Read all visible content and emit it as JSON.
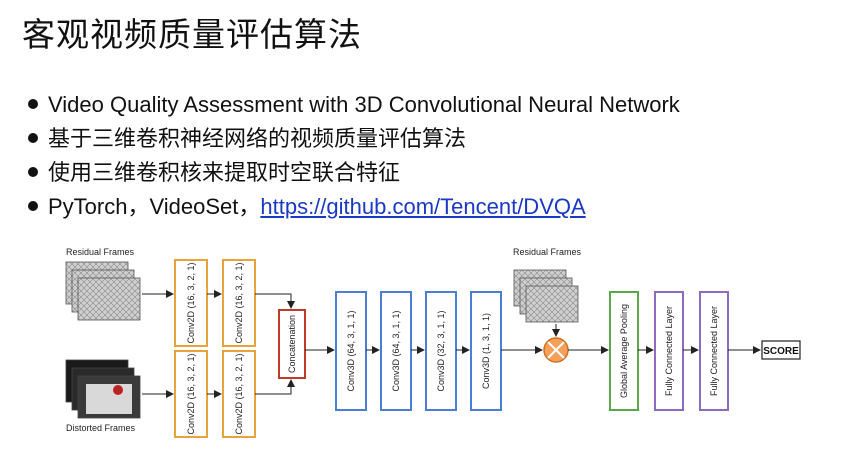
{
  "title": "客观视频质量评估算法",
  "bullets": [
    "Video Quality Assessment with 3D Convolutional Neural Network",
    "基于三维卷积神经网络的视频质量评估算法",
    "使用三维卷积核来提取时空联合特征"
  ],
  "bullet4": {
    "prefix": "PyTorch，VideoSet，",
    "link": "https://github.com/Tencent/DVQA"
  },
  "diagram": {
    "residual_frames_left": "Residual Frames",
    "distorted_frames": "Distorted Frames",
    "residual_frames_right": "Residual Frames",
    "conv2d_top_1": "Conv2D (16, 3, 2, 1)",
    "conv2d_top_2": "Conv2D (16, 3, 2, 1)",
    "conv2d_bottom_1": "Conv2D (16, 3, 2, 1)",
    "conv2d_bottom_2": "Conv2D (16, 3, 2, 1)",
    "concatenation": "Concatenation",
    "conv3d_1": "Conv3D (64, 3, 1, 1)",
    "conv3d_2": "Conv3D (64, 3, 1, 1)",
    "conv3d_3": "Conv3D (32, 3, 1, 1)",
    "conv3d_4": "Conv3D (1, 3, 1, 1)",
    "gap": "Global Average Pooling",
    "fc1": "Fully Connected Layer",
    "fc2": "Fully Connected Layer",
    "score": "SCORE"
  },
  "colors": {
    "conv2d": "#e8a33d",
    "concat": "#c0392b",
    "conv3d": "#4a7fd4",
    "gap": "#5aa84a",
    "fc": "#8e6bbf",
    "multiply": "#e8833a",
    "link": "#1a39c4"
  }
}
